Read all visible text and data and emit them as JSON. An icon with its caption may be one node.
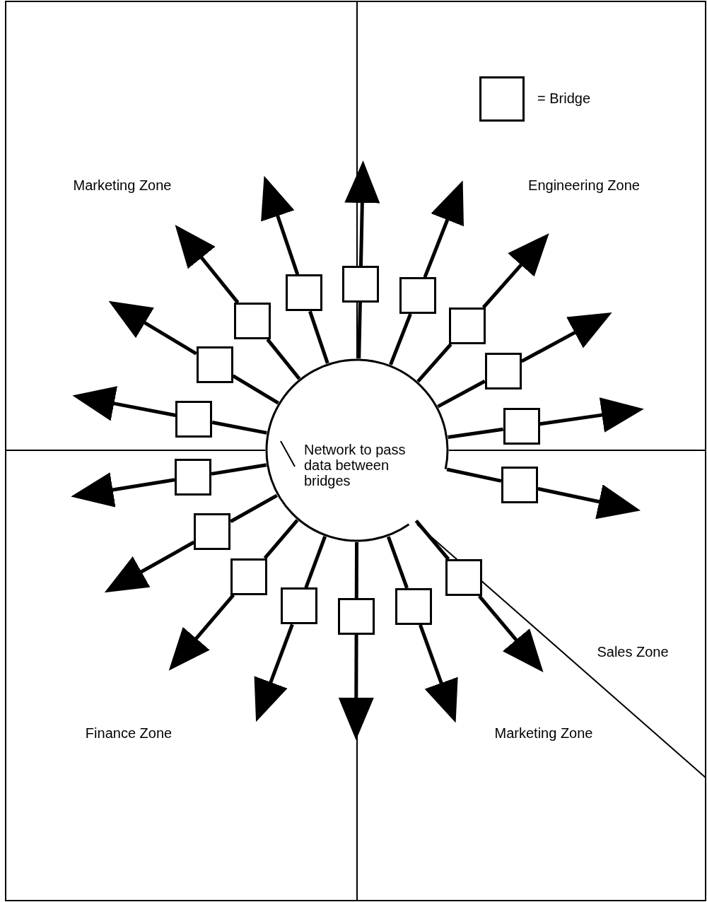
{
  "diagram": {
    "nodes": [
      {
        "text": [
          "Marketing Zone"
        ]
      },
      {
        "text": [
          "Engineering Zone"
        ]
      },
      {
        "text": [
          "Sales Zone"
        ]
      },
      {
        "text": [
          "Finance Zone"
        ]
      },
      {
        "text": [
          "Marketing Zone"
        ]
      },
      {
        "text": [
          "Network to pass data between bridges"
        ]
      },
      {
        "text": [],
        "shape": "box"
      },
      {
        "text": [],
        "shape": "box"
      },
      {
        "text": [],
        "shape": "box"
      },
      {
        "text": [],
        "shape": "box"
      },
      {
        "text": [],
        "shape": "box"
      },
      {
        "text": [],
        "shape": "box"
      },
      {
        "text": [],
        "shape": "box"
      },
      {
        "text": [],
        "shape": "box"
      },
      {
        "text": [],
        "shape": "box"
      },
      {
        "text": [],
        "shape": "box"
      },
      {
        "text": [],
        "shape": "box"
      },
      {
        "text": [],
        "shape": "box"
      },
      {
        "text": [],
        "shape": "box"
      },
      {
        "text": [],
        "shape": "box"
      },
      {
        "text": [],
        "shape": "box"
      },
      {
        "text": [],
        "shape": "box"
      },
      {
        "text": [],
        "shape": "box"
      }
    ],
    "edges": [
      {
        "from": 5,
        "to": 6,
        "arrow": "none"
      },
      {
        "from": 6,
        "to": null,
        "arrow": "to"
      },
      {
        "from": 5,
        "to": 7,
        "arrow": "none"
      },
      {
        "from": 7,
        "to": null,
        "arrow": "to"
      },
      {
        "from": 5,
        "to": 8,
        "arrow": "none"
      },
      {
        "from": 8,
        "to": null,
        "arrow": "to"
      },
      {
        "from": 5,
        "to": 9,
        "arrow": "none"
      },
      {
        "from": 9,
        "to": null,
        "arrow": "to"
      },
      {
        "from": 5,
        "to": 10,
        "arrow": "none"
      },
      {
        "from": 10,
        "to": null,
        "arrow": "to"
      },
      {
        "from": 5,
        "to": 11,
        "arrow": "none"
      },
      {
        "from": 11,
        "to": null,
        "arrow": "to"
      },
      {
        "from": 5,
        "to": 12,
        "arrow": "none"
      },
      {
        "from": 12,
        "to": null,
        "arrow": "to"
      },
      {
        "from": 5,
        "to": 13,
        "arrow": "none"
      },
      {
        "from": 13,
        "to": null,
        "arrow": "to"
      },
      {
        "from": 5,
        "to": 14,
        "arrow": "none"
      },
      {
        "from": 14,
        "to": null,
        "arrow": "to"
      },
      {
        "from": 5,
        "to": 15,
        "arrow": "none"
      },
      {
        "from": 15,
        "to": null,
        "arrow": "to"
      },
      {
        "from": 5,
        "to": 16,
        "arrow": "none"
      },
      {
        "from": 16,
        "to": null,
        "arrow": "to"
      },
      {
        "from": 5,
        "to": 17,
        "arrow": "none"
      },
      {
        "from": 17,
        "to": null,
        "arrow": "to"
      },
      {
        "from": 5,
        "to": 18,
        "arrow": "none"
      },
      {
        "from": 18,
        "to": null,
        "arrow": "to"
      },
      {
        "from": 5,
        "to": 19,
        "arrow": "none"
      },
      {
        "from": 19,
        "to": null,
        "arrow": "to"
      },
      {
        "from": 5,
        "to": 20,
        "arrow": "none"
      },
      {
        "from": 20,
        "to": null,
        "arrow": "to"
      },
      {
        "from": 5,
        "to": 21,
        "arrow": "none"
      },
      {
        "from": 21,
        "to": null,
        "arrow": "to"
      },
      {
        "from": 5,
        "to": 22,
        "arrow": "none"
      },
      {
        "from": 22,
        "to": null,
        "arrow": "to"
      }
    ],
    "legend": [
      {
        "text": "= Bridge"
      }
    ]
  }
}
